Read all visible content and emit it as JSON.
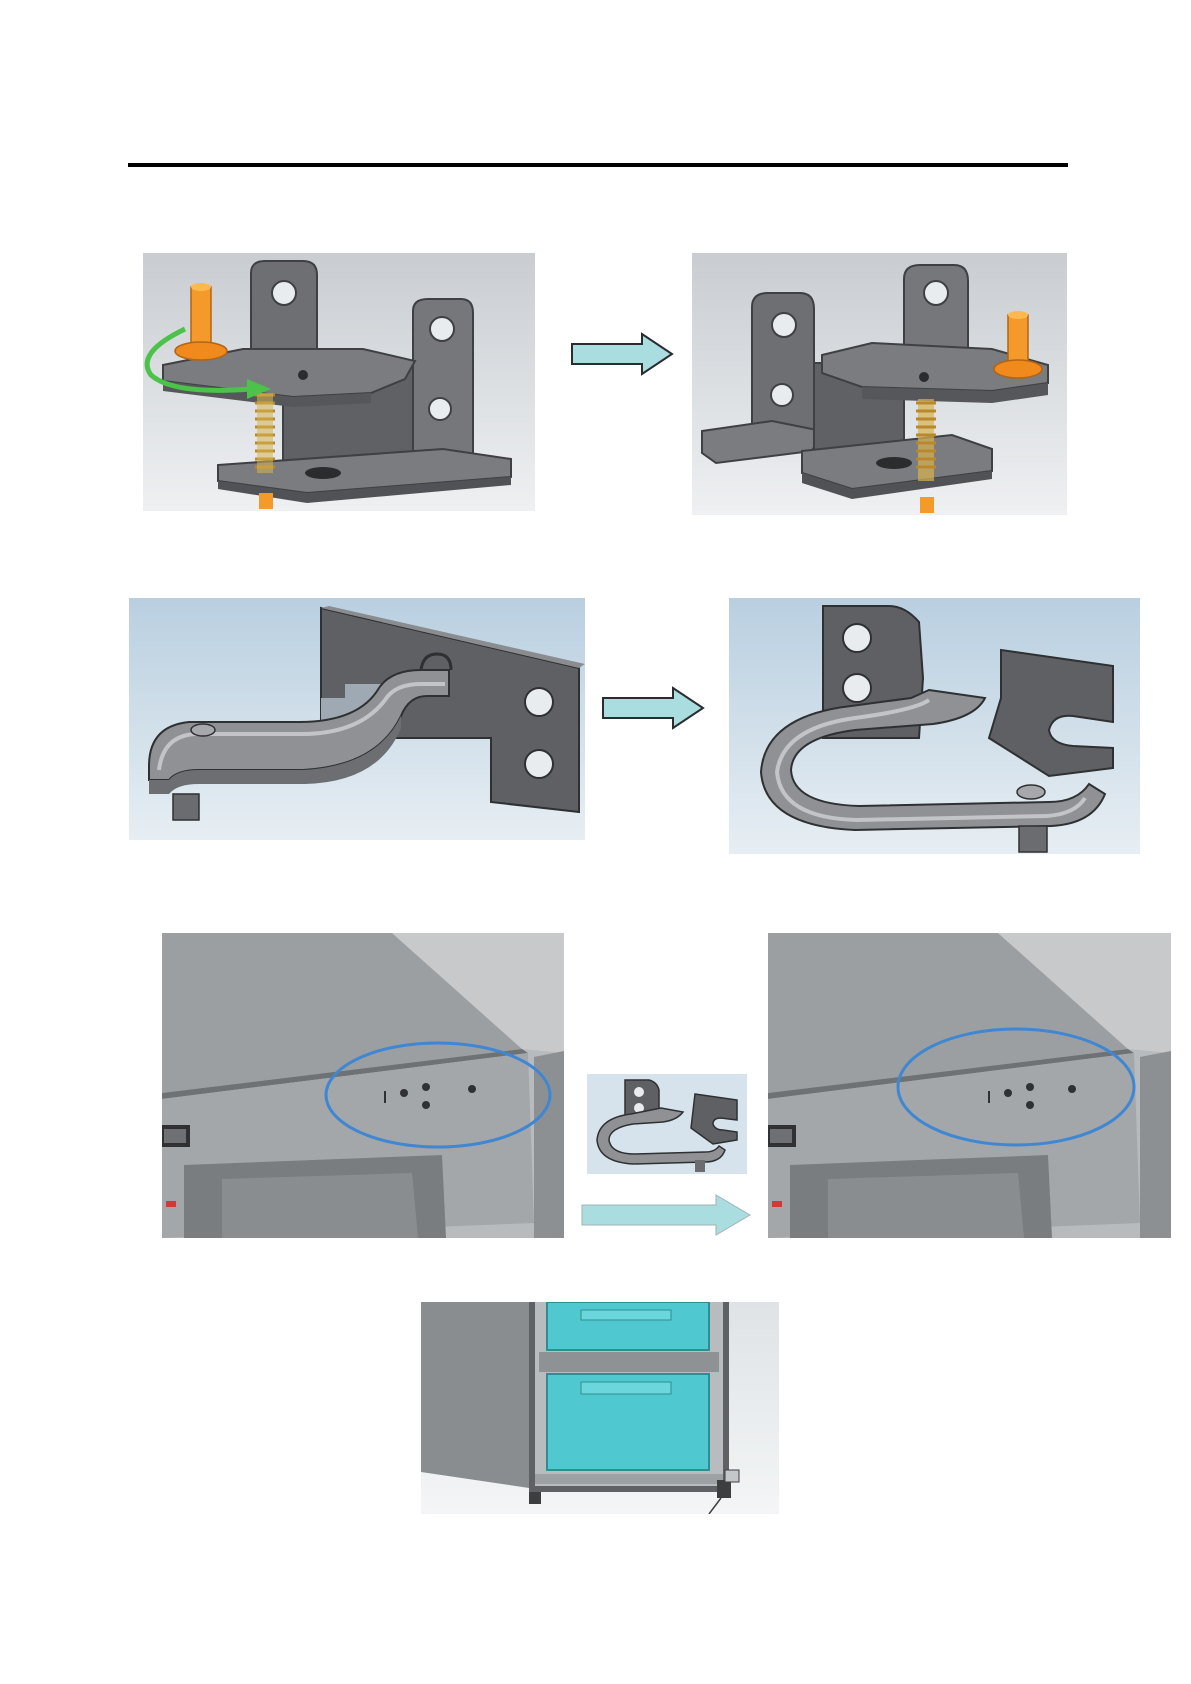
{
  "page": {
    "background": "#ffffff"
  },
  "colors": {
    "metal": "#6d6f72",
    "metal_light": "#9a9c9f",
    "metal_dark": "#4d4f52",
    "bolt_orange": "#f39a2a",
    "rotate_green": "#4cc24a",
    "arrow_fill": "#a9dde0",
    "highlight_circle": "#3f86d3",
    "drawer_cyan": "#4fc9cf"
  },
  "figures": [
    {
      "id": "hinge-bracket-before",
      "icons": [
        "bolt-icon",
        "rotate-arrow-icon",
        "hinge-bracket-icon"
      ]
    },
    {
      "id": "hinge-bracket-after",
      "icons": [
        "bolt-icon",
        "hinge-bracket-icon"
      ]
    },
    {
      "id": "door-hinge-before",
      "icons": [
        "door-hinge-icon"
      ]
    },
    {
      "id": "door-hinge-after",
      "icons": [
        "door-hinge-icon"
      ]
    },
    {
      "id": "cabinet-corner-before",
      "icons": [
        "highlight-circle-icon"
      ]
    },
    {
      "id": "cabinet-corner-after",
      "icons": [
        "highlight-circle-icon"
      ]
    },
    {
      "id": "hinge-thumbnail",
      "icons": [
        "door-hinge-icon"
      ]
    },
    {
      "id": "freezer-drawers",
      "icons": [
        "drawer-icon",
        "leveling-foot-icon"
      ]
    }
  ],
  "arrows": [
    "next-step-arrow-icon",
    "next-step-arrow-icon",
    "next-step-arrow-icon"
  ]
}
